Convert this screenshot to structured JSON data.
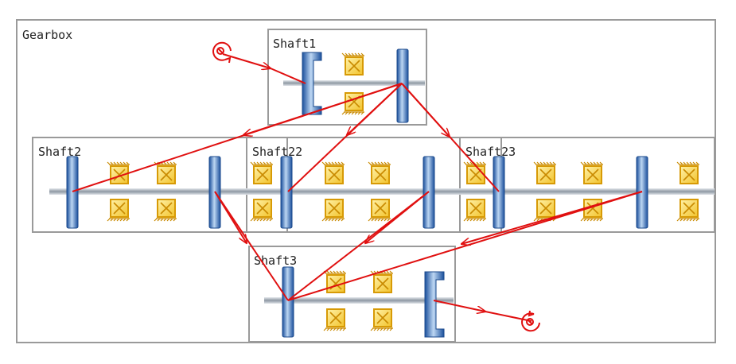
{
  "gearbox": {
    "label": "Gearbox"
  },
  "shafts": [
    {
      "id": "shaft1",
      "label": "Shaft1"
    },
    {
      "id": "shaft2",
      "label": "Shaft2"
    },
    {
      "id": "shaft22",
      "label": "Shaft22"
    },
    {
      "id": "shaft23",
      "label": "Shaft23"
    },
    {
      "id": "shaft3",
      "label": "Shaft3"
    }
  ],
  "colors": {
    "power_flow": "#e01010",
    "gear": "#1f5fb0",
    "bearing": "#e6a510",
    "shaft": "#9aa3ad",
    "frame": "#9a9a9a"
  },
  "icons": {
    "input": "power-input-icon",
    "output": "power-output-icon"
  }
}
